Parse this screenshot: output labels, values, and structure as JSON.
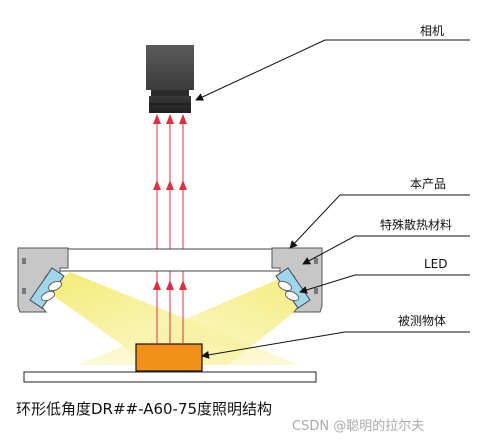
{
  "labels": {
    "camera": "相机",
    "product": "本产品",
    "heat_material": "特殊散热材料",
    "led": "LED",
    "object": "被测物体"
  },
  "caption": "环形低角度DR##-A60-75度照明结构",
  "watermark": "CSDN @聪明的拉尔夫",
  "colors": {
    "light_beam": "#f6ef8f",
    "ray": "#e0303f",
    "object": "#f2911a",
    "housing": "#c7c7c7",
    "camera_body": "#4a4a4a",
    "diffuser": "#9fd6ea"
  },
  "icons": {
    "camera": "camera-icon",
    "led": "led-chip-icon"
  }
}
